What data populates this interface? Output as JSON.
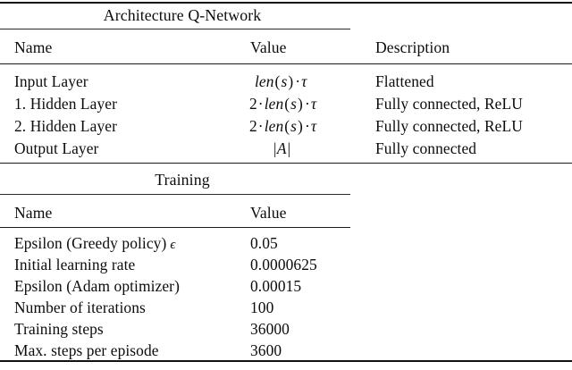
{
  "document": {
    "kind": "academic-table",
    "sections": [
      {
        "id": "architecture",
        "title": "Architecture Q-Network",
        "columns": [
          "Name",
          "Value",
          "Description"
        ],
        "rows": [
          {
            "name": "Input Layer",
            "value": "len(s) · τ",
            "description": "Flattened"
          },
          {
            "name": "1. Hidden Layer",
            "value": "2 · len(s) · τ",
            "description": "Fully connected, ReLU"
          },
          {
            "name": "2. Hidden Layer",
            "value": "2 · len(s) · τ",
            "description": "Fully connected, ReLU"
          },
          {
            "name": "Output Layer",
            "value": "|A|",
            "description": "Fully connected"
          }
        ]
      },
      {
        "id": "training",
        "title": "Training",
        "columns": [
          "Name",
          "Value"
        ],
        "rows": [
          {
            "name": "Epsilon (Greedy policy) ϵ",
            "value": "0.05"
          },
          {
            "name": "Initial learning rate",
            "value": "0.0000625"
          },
          {
            "name": "Epsilon (Adam optimizer)",
            "value": "0.00015"
          },
          {
            "name": "Number of iterations",
            "value": "100"
          },
          {
            "name": "Training steps",
            "value": "36000"
          },
          {
            "name": "Max. steps per episode",
            "value": "3600"
          }
        ]
      }
    ],
    "labels": {
      "arch_title": "Architecture Q-Network",
      "train_title": "Training",
      "head_name": "Name",
      "head_value": "Value",
      "head_description": "Description",
      "arch_r0_name": "Input Layer",
      "arch_r1_name": "1. Hidden Layer",
      "arch_r2_name": "2. Hidden Layer",
      "arch_r3_name": "Output Layer",
      "arch_r0_desc": "Flattened",
      "arch_r1_desc": "Fully connected, ReLU",
      "arch_r2_desc": "Fully connected, ReLU",
      "arch_r3_desc": "Fully connected",
      "train_r0_name_text": "Epsilon (Greedy policy)",
      "train_r0_name_sym": "ϵ",
      "train_r1_name": "Initial learning rate",
      "train_r2_name": "Epsilon (Adam optimizer)",
      "train_r3_name": "Number of iterations",
      "train_r4_name": "Training steps",
      "train_r5_name": "Max. steps per episode",
      "train_r0_value": "0.05",
      "train_r1_value": "0.0000625",
      "train_r2_value": "0.00015",
      "train_r3_value": "100",
      "train_r4_value": "36000",
      "train_r5_value": "3600",
      "math_len": "len",
      "math_paren_open": "(",
      "math_s": "s",
      "math_paren_close": ")",
      "math_dot": "·",
      "math_tau": "τ",
      "math_two": "2",
      "math_absA": "|A|"
    },
    "colors": {
      "page_background": "#ffffff",
      "text": "#0c0c0c",
      "rule": "#111111"
    }
  }
}
